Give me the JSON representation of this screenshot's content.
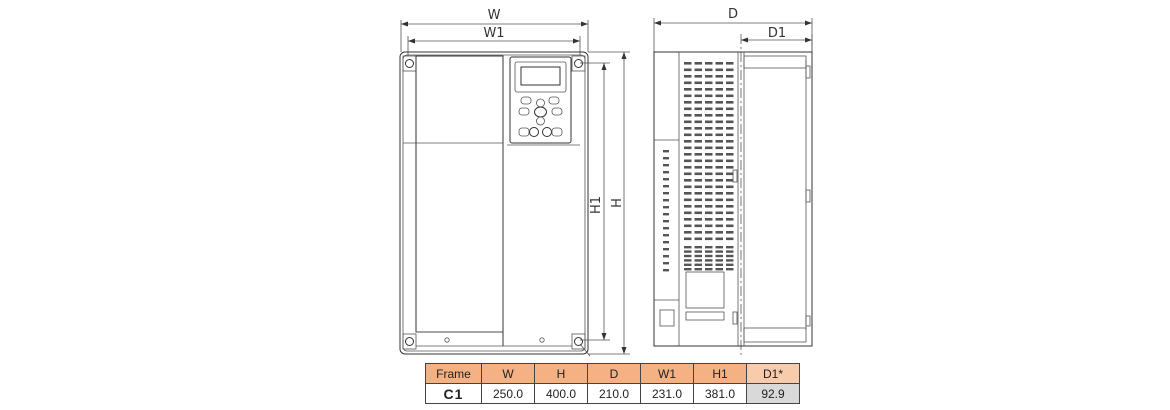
{
  "dimension_labels": {
    "w": "W",
    "w1": "W1",
    "h": "H",
    "h1": "H1",
    "d": "D",
    "d1": "D1"
  },
  "table": {
    "headers": [
      "Frame",
      "W",
      "H",
      "D",
      "W1",
      "H1",
      "D1*"
    ],
    "rows": [
      {
        "frame": "C1",
        "values": [
          "250.0",
          "400.0",
          "210.0",
          "231.0",
          "381.0",
          "92.9"
        ]
      }
    ]
  },
  "colors": {
    "header_fill": "#f4b183",
    "highlight_fill": "#d9d9d9",
    "line": "#333333"
  }
}
